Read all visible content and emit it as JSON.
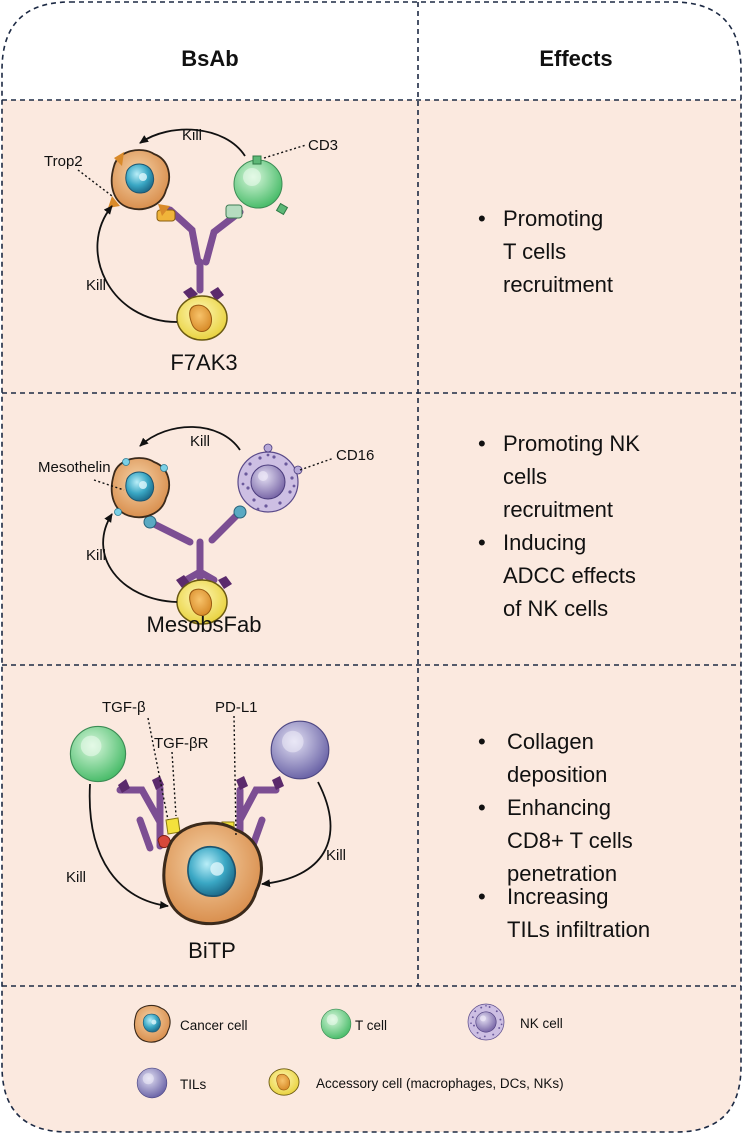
{
  "headers": {
    "left": "BsAb",
    "right": "Effects"
  },
  "rows": [
    {
      "name": "F7AK3",
      "labels": {
        "target": "Trop2",
        "effector": "CD3",
        "kill_top": "Kill",
        "kill_left": "Kill"
      },
      "effects": [
        [
          "Promoting",
          "T cells",
          "recruitment"
        ]
      ]
    },
    {
      "name": "MesobsFab",
      "labels": {
        "target": "Mesothelin",
        "effector": "CD16",
        "kill_top": "Kill",
        "kill_left": "Kill"
      },
      "effects": [
        [
          "Promoting NK",
          "cells",
          "recruitment"
        ],
        [
          "Inducing",
          "ADCC effects",
          "of NK cells"
        ]
      ]
    },
    {
      "name": "BiTP",
      "labels": {
        "ligand": "TGF-β",
        "receptor": "TGF-βR",
        "checkpoint": "PD-L1",
        "kill_left": "Kill",
        "kill_right": "Kill"
      },
      "effects": [
        [
          "Collagen",
          "deposition"
        ],
        [
          "Enhancing",
          "CD8+ T cells",
          "penetration"
        ],
        [
          "Increasing",
          "TILs infiltration"
        ]
      ]
    }
  ],
  "legend": {
    "cancer": "Cancer cell",
    "tcell": "T cell",
    "nk": "NK cell",
    "tils": "TILs",
    "accessory": "Accessory cell (macrophages, DCs, NKs)"
  },
  "bullet": "•",
  "colors": {
    "panel_bg": "#fbe9df",
    "border": "#1d2a44",
    "antibody": "#7c4e93",
    "cancer_cell": "#e3a567",
    "nucleus": "#3aa7c4",
    "t_cell": "#74d28a",
    "nk_cell": "#8a78b5",
    "til": "#8f88c4",
    "accessory": "#f3e25c"
  }
}
